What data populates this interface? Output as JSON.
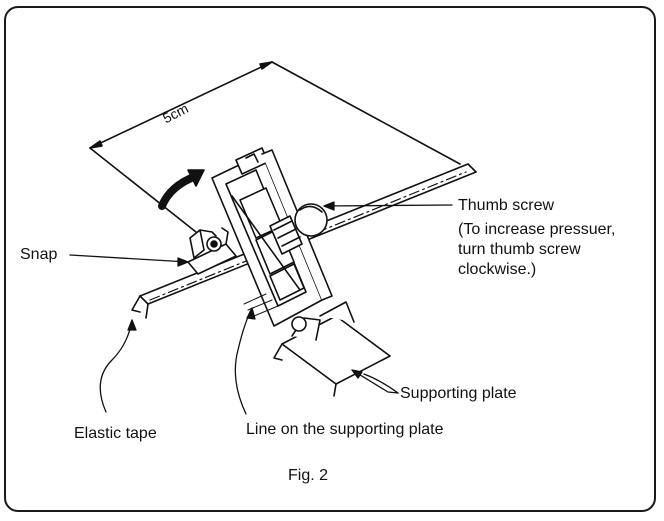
{
  "figure": {
    "caption": "Fig. 2",
    "dimension_label": "5cm",
    "labels": {
      "snap": "Snap",
      "thumb_screw": "Thumb screw",
      "thumb_screw_note": "(To increase pressuer,\nturn thumb screw\nclockwise.)",
      "supporting_plate": "Supporting plate",
      "elastic_tape": "Elastic tape",
      "line_on_plate": "Line on the supporting plate"
    }
  }
}
